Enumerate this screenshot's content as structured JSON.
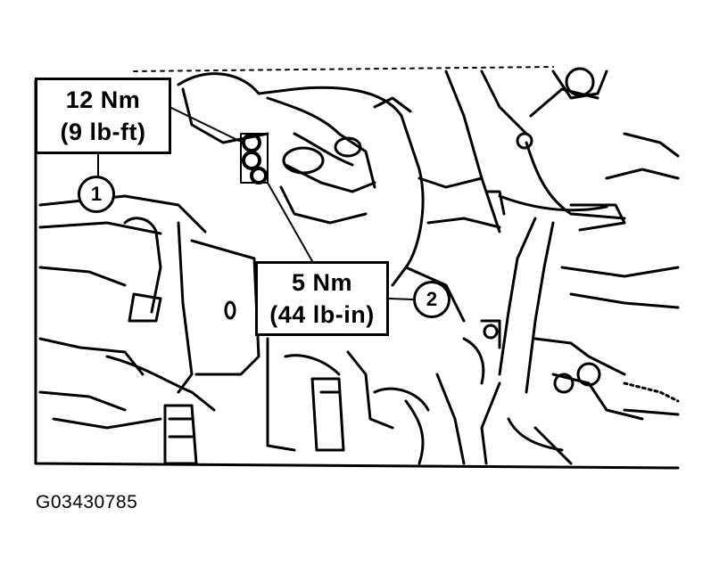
{
  "figure_id": "G03430785",
  "callouts": [
    {
      "number": "1",
      "torque_nm": "12 Nm",
      "torque_imperial": "(9 lb-ft)"
    },
    {
      "number": "2",
      "torque_nm": "5 Nm",
      "torque_imperial": "(44 lb-in)"
    }
  ]
}
